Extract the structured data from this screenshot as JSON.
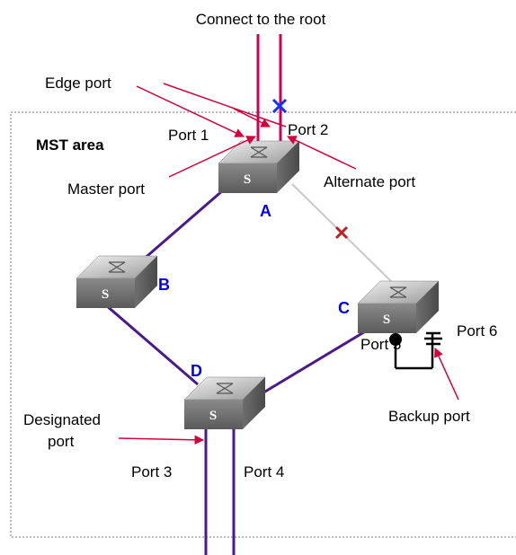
{
  "title": "Connect to the root",
  "area_label": "MST area",
  "switch_glyph": "S",
  "switches": {
    "A": {
      "label": "A"
    },
    "B": {
      "label": "B"
    },
    "C": {
      "label": "C"
    },
    "D": {
      "label": "D"
    }
  },
  "ports": {
    "port1": "Port 1",
    "port2": "Port 2",
    "port3": "Port 3",
    "port4": "Port 4",
    "port5": "Port 5",
    "port6": "Port 6"
  },
  "roles": {
    "edge": "Edge port",
    "master": "Master port",
    "alternate": "Alternate port",
    "designated_line1": "Designated",
    "designated_line2": "port",
    "backup": "Backup port"
  },
  "colors": {
    "link": "#4a1a8c",
    "root_link": "#cc0055",
    "blocked_link": "#c8c8c8",
    "arrow": "#d4003a",
    "node_label": "#0000ee",
    "blocked_x_top": "#1030ff",
    "blocked_x_mid": "#bb2222"
  }
}
